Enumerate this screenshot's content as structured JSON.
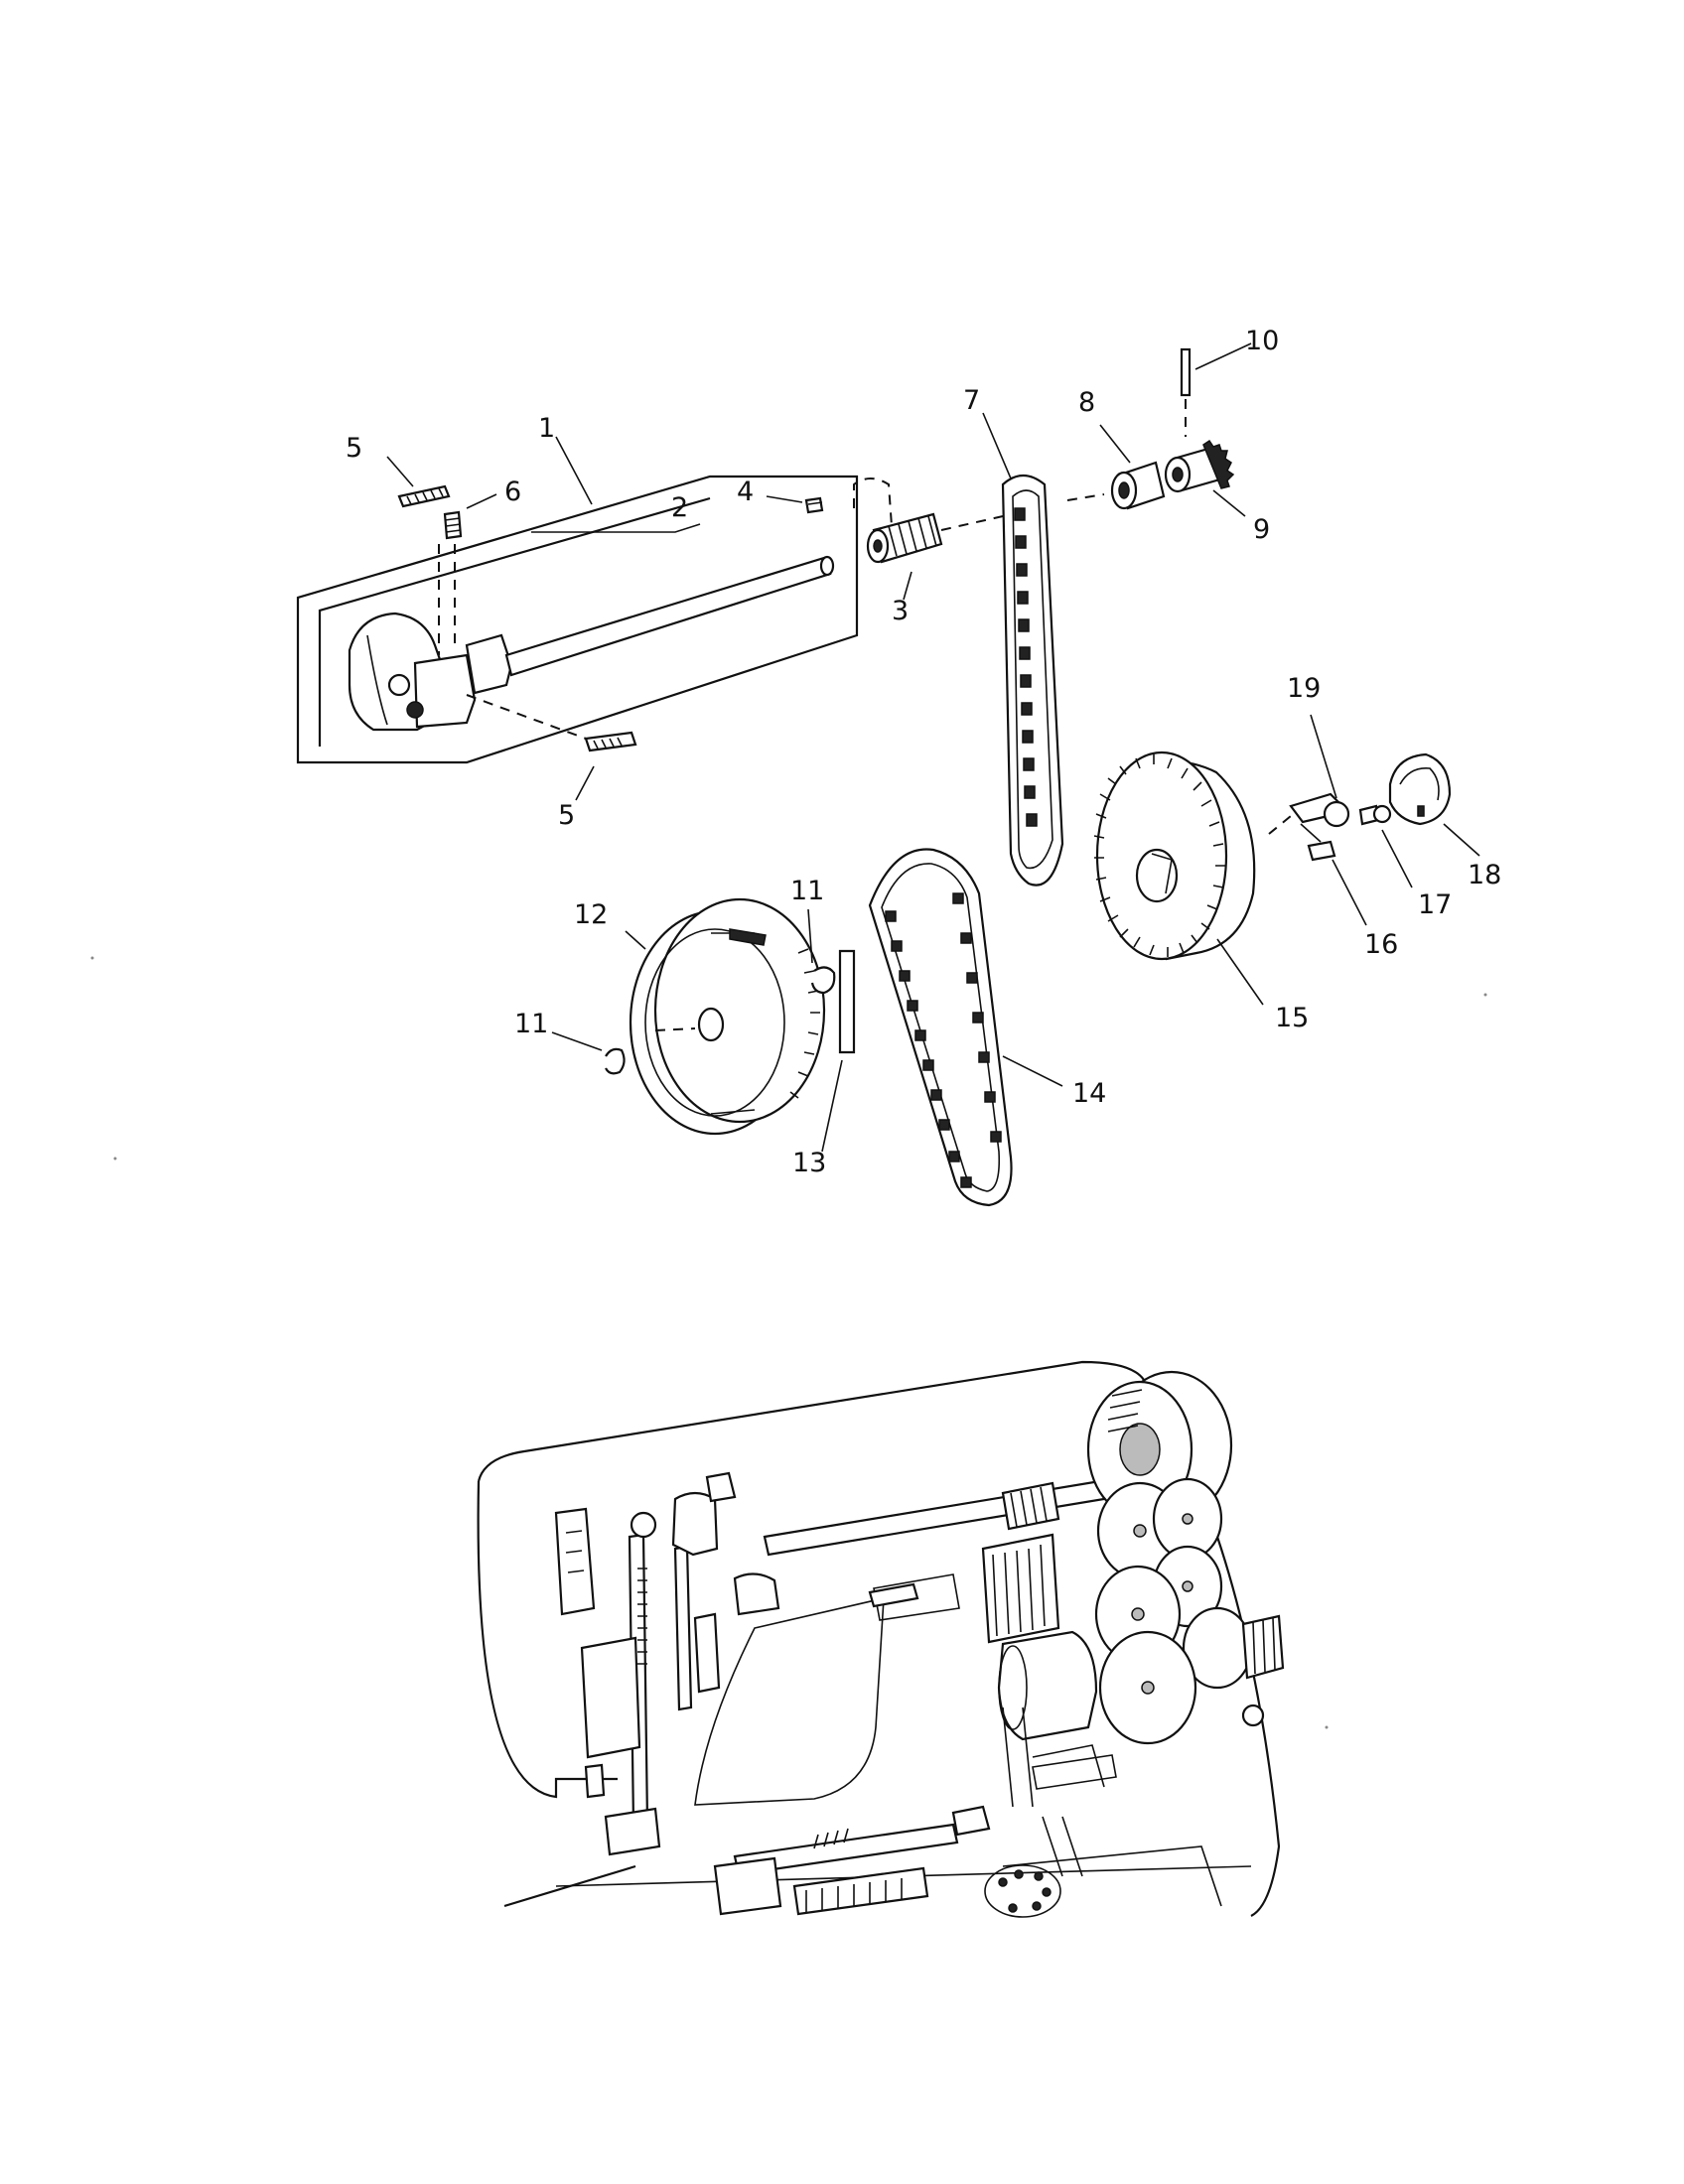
{
  "callouts": {
    "c1": "1",
    "c2": "2",
    "c3": "3",
    "c4": "4",
    "c5a": "5",
    "c5b": "5",
    "c6": "6",
    "c7": "7",
    "c8": "8",
    "c9": "9",
    "c10": "10",
    "c11a": "11",
    "c11b": "11",
    "c12": "12",
    "c13": "13",
    "c14": "14",
    "c15": "15",
    "c16": "16",
    "c17": "17",
    "c18": "18",
    "c19": "19"
  },
  "colors": {
    "line": "#111111",
    "background": "#ffffff",
    "shade": "#bbbbbb"
  }
}
